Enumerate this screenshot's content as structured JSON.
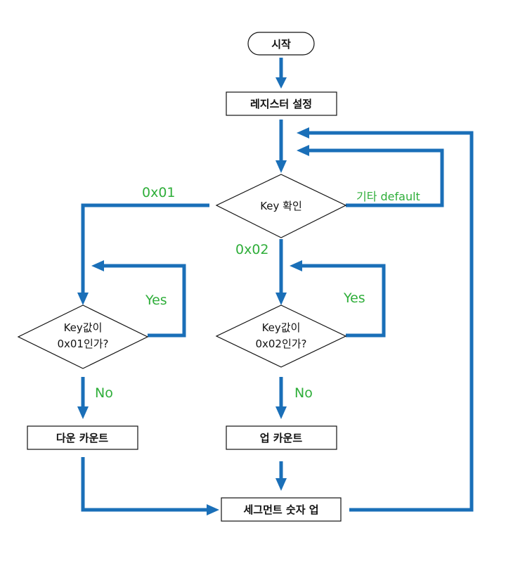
{
  "colors": {
    "flow": "#1a6fb8",
    "label": "#2fae3a",
    "border": "#111111"
  },
  "nodes": {
    "start": "시작",
    "register": "레지스터 설정",
    "key_check": "Key 확인",
    "cond1_line1": "Key값이",
    "cond1_line2": "0x01인가?",
    "cond2_line1": "Key값이",
    "cond2_line2": "0x02인가?",
    "down_count": "다운 카운트",
    "up_count": "업 카운트",
    "segment_up": "세그먼트 숫자 업"
  },
  "edges": {
    "to_left": "0x01",
    "to_mid": "0x02",
    "default": "기타 default",
    "yes_left": "Yes",
    "yes_mid": "Yes",
    "no_left": "No",
    "no_mid": "No"
  }
}
